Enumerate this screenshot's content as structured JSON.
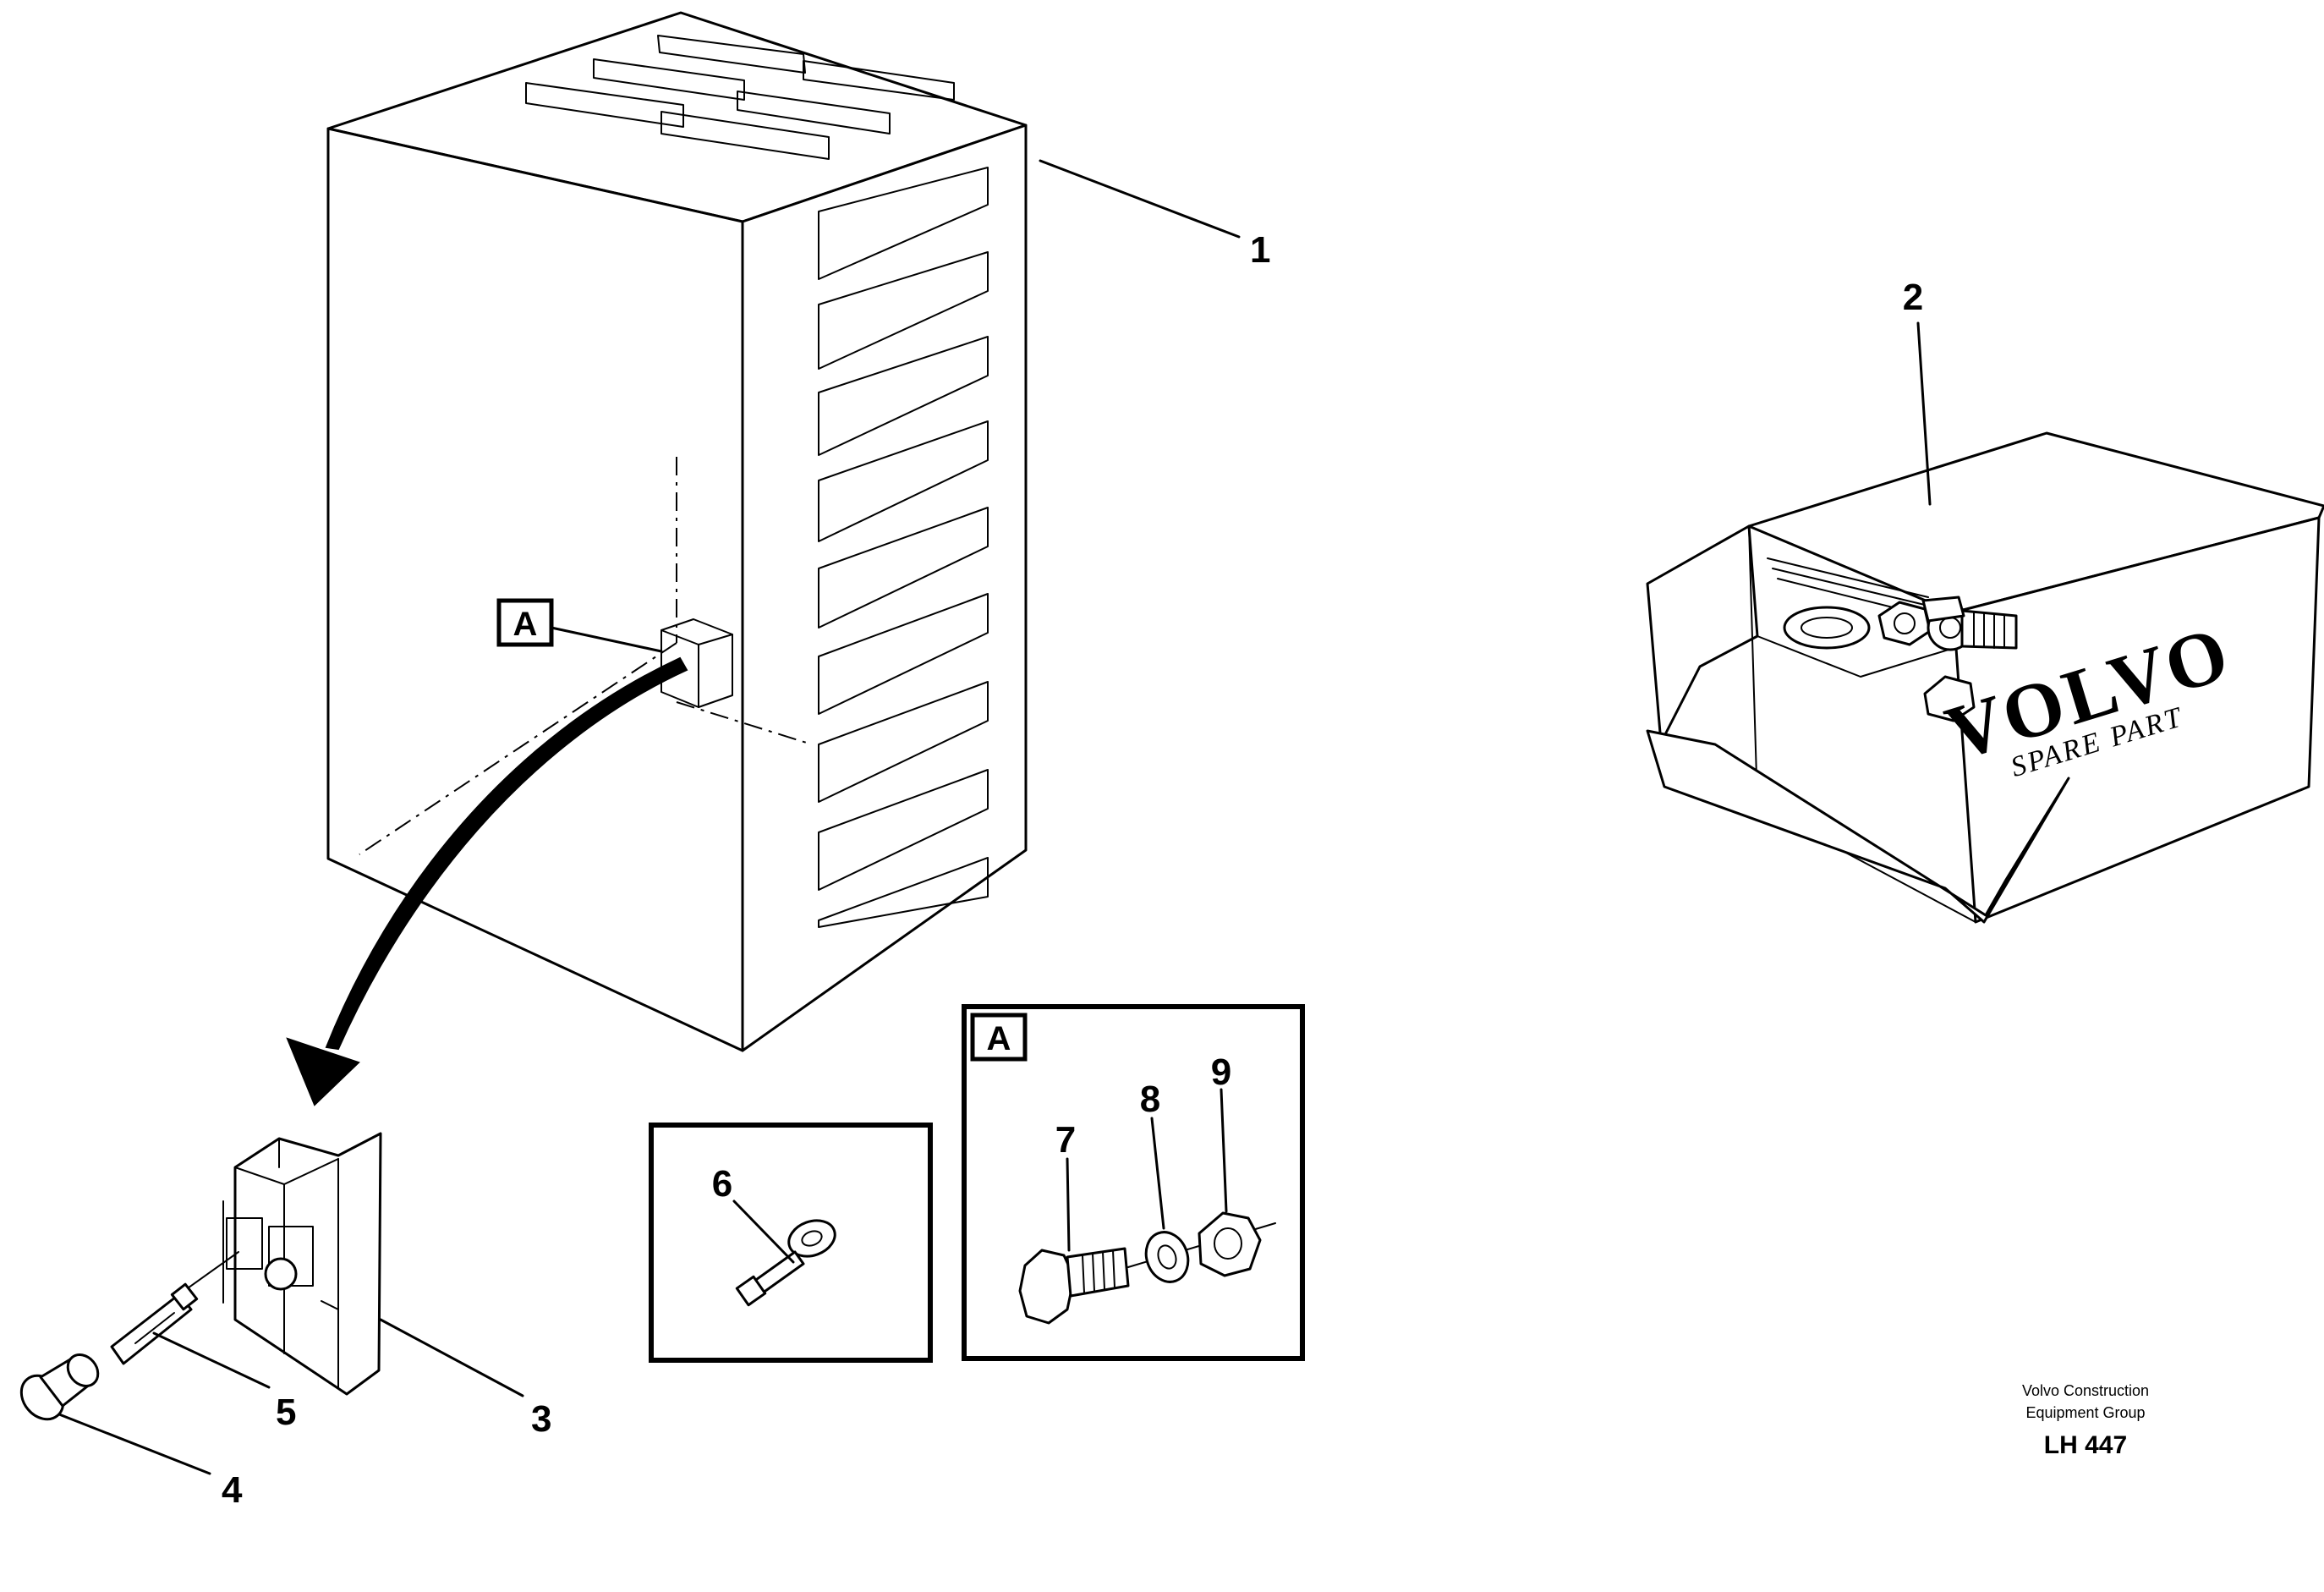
{
  "callouts": {
    "c1": "1",
    "c2": "2",
    "c3": "3",
    "c4": "4",
    "c5": "5",
    "c6": "6",
    "c7": "7",
    "c8": "8",
    "c9": "9"
  },
  "detail_markers": {
    "cabinet_marker": "A",
    "detail_box_marker": "A"
  },
  "box_label": {
    "brand": "VOLVO",
    "subtitle": "SPARE PART"
  },
  "credit": {
    "line1": "Volvo Construction",
    "line2": "Equipment Group",
    "doc_number": "LH 447"
  }
}
